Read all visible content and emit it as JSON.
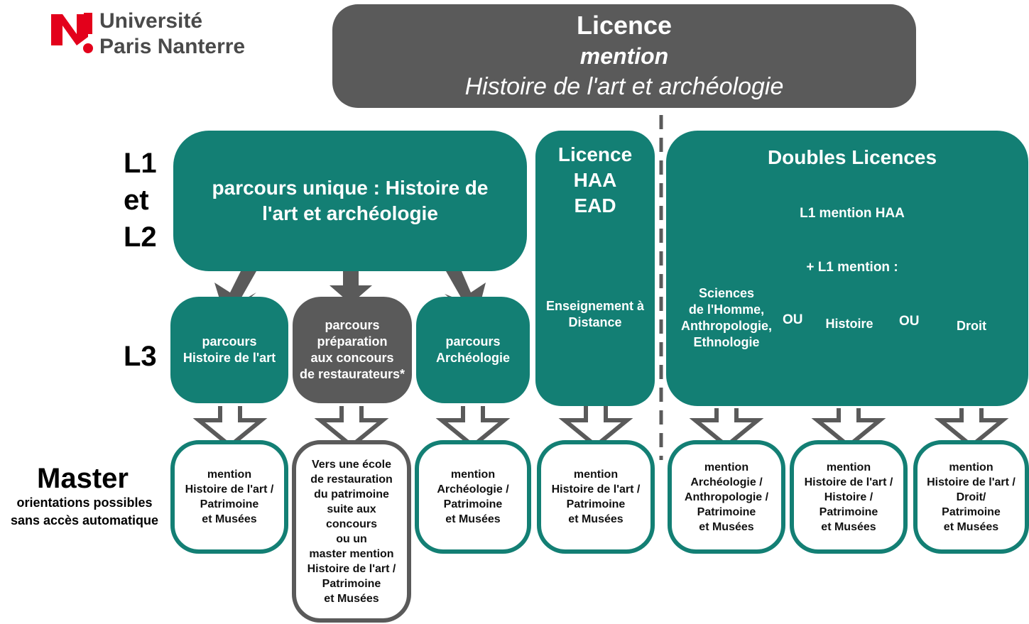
{
  "logo": {
    "name": "Université\nParis Nanterre",
    "mark_color": "#e3001b"
  },
  "title": {
    "line1": "Licence",
    "line2": "mention",
    "line3": "Histoire de l'art et archéologie"
  },
  "levels": {
    "l1_l2": "L1\net\nL2",
    "l3": "L3",
    "master": "Master",
    "master_note": "orientations possibles\nsans accès automatique"
  },
  "boxes": {
    "parcours_unique": "parcours unique : Histoire de\nl'art et archéologie",
    "parcours_histoire": "parcours\nHistoire de l'art",
    "parcours_restaurateurs": "parcours\npréparation\naux concours\nde restaurateurs*",
    "parcours_archeologie": "parcours\nArchéologie",
    "ead_title": "Licence\nHAA\nEAD",
    "ead_sub": "Enseignement à\nDistance",
    "doubles_title": "Doubles Licences",
    "doubles_l1_haa": "L1 mention HAA",
    "doubles_plus": "+ L1 mention :",
    "doubles_sciences": "Sciences\nde l'Homme,\nAnthropologie,\nEthnologie",
    "doubles_ou1": "OU",
    "doubles_histoire": "Histoire",
    "doubles_ou2": "OU",
    "doubles_droit": "Droit"
  },
  "masters": [
    "mention\nHistoire de l'art /\nPatrimoine\net Musées",
    "Vers une école\nde restauration\ndu patrimoine\nsuite aux\nconcours\nou un\nmaster mention\nHistoire de l'art /\nPatrimoine\net Musées",
    "mention\nArchéologie /\nPatrimoine\net Musées",
    "mention\nHistoire de l'art /\nPatrimoine\net Musées",
    "mention\nArchéologie /\nAnthropologie /\nPatrimoine\net Musées",
    "mention\nHistoire de l'art /\nHistoire /\nPatrimoine\net Musées",
    "mention\nHistoire de l'art /\nDroit/\nPatrimoine\net Musées"
  ],
  "colors": {
    "teal": "#137f74",
    "gray": "#5a5a5a",
    "logo_red": "#e3001b"
  }
}
